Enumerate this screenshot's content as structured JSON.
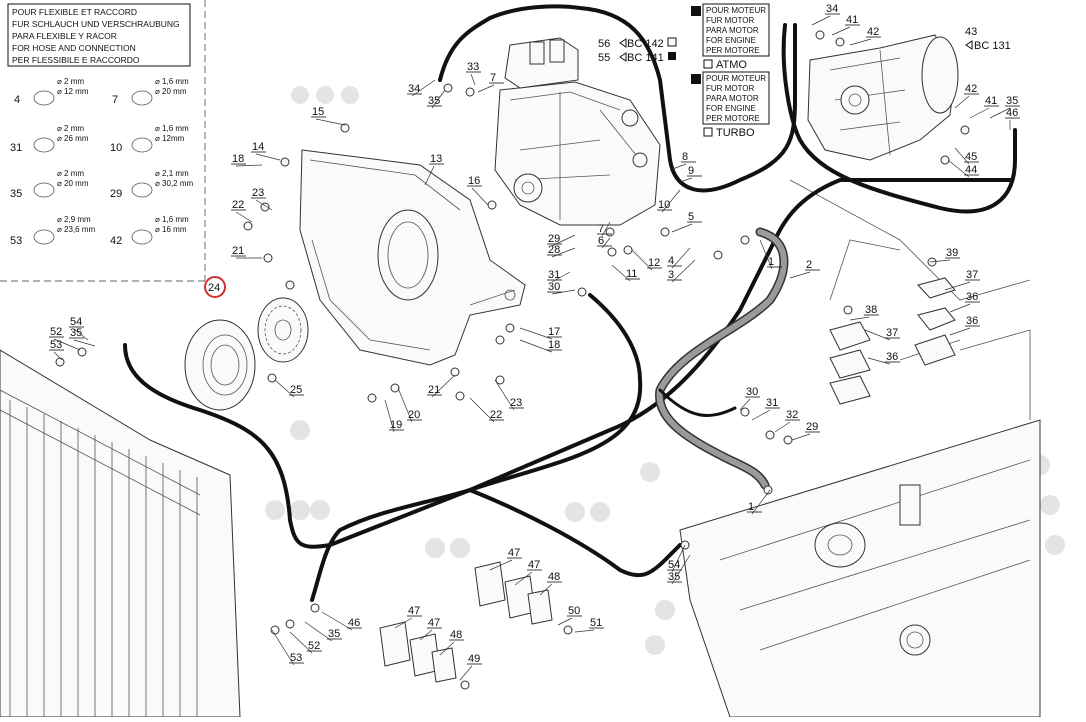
{
  "hose_legend": {
    "lines": [
      "POUR FLEXIBLE ET RACCORD",
      "FUR SCHLAUCH UND VERSCHRAUBUNG",
      "PARA FLEXIBLE Y RACOR",
      "FOR HOSE AND CONNECTION",
      "PER FLESSIBILE E RACCORDO"
    ],
    "rings": [
      {
        "ref": "4",
        "a": "⌀ 2 mm",
        "b": "⌀ 12 mm"
      },
      {
        "ref": "7",
        "a": "⌀ 1,6 mm",
        "b": "⌀ 20 mm"
      },
      {
        "ref": "31",
        "a": "⌀ 2 mm",
        "b": "⌀ 26 mm"
      },
      {
        "ref": "10",
        "a": "⌀ 1,6 mm",
        "b": "⌀ 12mm"
      },
      {
        "ref": "35",
        "a": "⌀ 2 mm",
        "b": "⌀ 20 mm"
      },
      {
        "ref": "29",
        "a": "⌀ 2,1 mm",
        "b": "⌀ 30,2 mm"
      },
      {
        "ref": "53",
        "a": "⌀ 2,9 mm",
        "b": "⌀ 23,6 mm"
      },
      {
        "ref": "42",
        "a": "⌀ 1,6 mm",
        "b": "⌀ 16 mm"
      }
    ]
  },
  "engine_box_1": {
    "lines": [
      "POUR MOTEUR",
      "FUR MOTOR",
      "PARA MOTOR",
      "FOR ENGINE",
      "PER MOTORE"
    ],
    "option": "ATMO"
  },
  "engine_box_2": {
    "lines": [
      "POUR MOTEUR",
      "FUR MOTOR",
      "PARA MOTOR",
      "FOR ENGINE",
      "PER MOTORE"
    ],
    "option": "TURBO"
  },
  "bc_refs": {
    "bc142": "BC 142",
    "bc141": "BC 141",
    "bc131": "BC 131",
    "ref56": "56",
    "ref55": "55",
    "ref43": "43"
  },
  "highlight_ref": "24",
  "callouts": {
    "c_a": "34",
    "c_b": "41",
    "c_c": "42",
    "c_d": "33",
    "c_e": "7",
    "c_f": "34",
    "c_g": "35",
    "c_h": "42",
    "c_i": "41",
    "c_j": "35",
    "c_k": "46",
    "c_l": "45",
    "c_m": "44",
    "c_n": "15",
    "c_o": "14",
    "c_p": "18",
    "c_q": "13",
    "c_r": "23",
    "c_s": "22",
    "c_t": "21",
    "c_u": "16",
    "c_v": "8",
    "c_w": "9",
    "c_x": "10",
    "c_y": "5",
    "c_z": "29",
    "c_aa": "28",
    "c_ab": "7",
    "c_ac": "6",
    "c_ad": "31",
    "c_ae": "30",
    "c_af": "11",
    "c_ag": "12",
    "c_ah": "4",
    "c_ai": "3",
    "c_aj": "1",
    "c_ak": "2",
    "c_al": "39",
    "c_am": "37",
    "c_an": "36",
    "c_ao": "38",
    "c_ap": "37",
    "c_aq": "36",
    "c_ar": "36",
    "c_as": "52",
    "c_at": "54",
    "c_au": "35",
    "c_av": "53",
    "c_aw": "25",
    "c_ax": "17",
    "c_ay": "18",
    "c_az": "21",
    "c_ba": "19",
    "c_bb": "20",
    "c_bc": "22",
    "c_bd": "23",
    "c_be": "30",
    "c_bf": "31",
    "c_bg": "32",
    "c_bh": "29",
    "c_bi": "1",
    "c_bj": "54",
    "c_bk": "35",
    "c_bl": "47",
    "c_bm": "47",
    "c_bn": "48",
    "c_bo": "50",
    "c_bp": "51",
    "c_bq": "46",
    "c_br": "35",
    "c_bs": "52",
    "c_bt": "53",
    "c_bu": "47",
    "c_bv": "47",
    "c_bw": "48",
    "c_bx": "49"
  }
}
